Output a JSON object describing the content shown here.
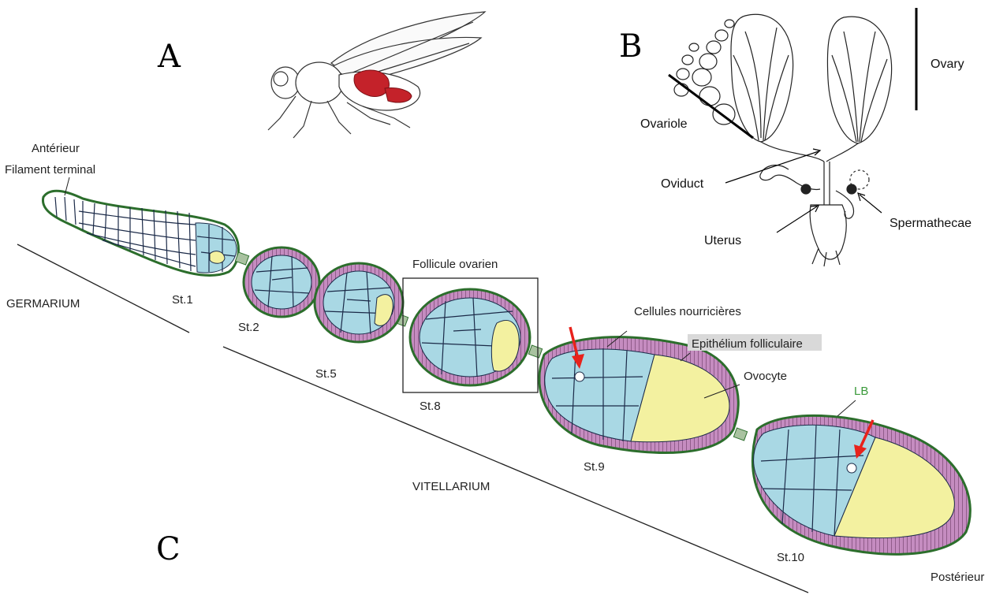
{
  "panels": {
    "a": "A",
    "b": "B",
    "c": "C"
  },
  "panel_b": {
    "ovary": "Ovary",
    "ovariole": "Ovariole",
    "oviduct": "Oviduct",
    "uterus": "Uterus",
    "spermathecae": "Spermathecae"
  },
  "panel_c": {
    "anterior": "Antérieur",
    "terminal_filament": "Filament terminal",
    "germarium": "GERMARIUM",
    "vitellarium": "VITELLARIUM",
    "follicle": "Follicule ovarien",
    "nurse_cells": "Cellules nourricières",
    "follicular_epithelium": "Epithélium folliculaire",
    "oocyte": "Ovocyte",
    "lb": "LB",
    "posterior": "Postérieur",
    "stages": [
      "St.1",
      "St.2",
      "St.5",
      "St.8",
      "St.9",
      "St.10"
    ]
  },
  "colors": {
    "nurse_cells": "#a9d8e4",
    "oocyte": "#f3f1a0",
    "follicle_cells": "#c58cc0",
    "membrane": "#2c6e2c",
    "fly_ovary": "#c4222a",
    "arrow": "#e8221b",
    "lb_text": "#3a9a3a"
  }
}
